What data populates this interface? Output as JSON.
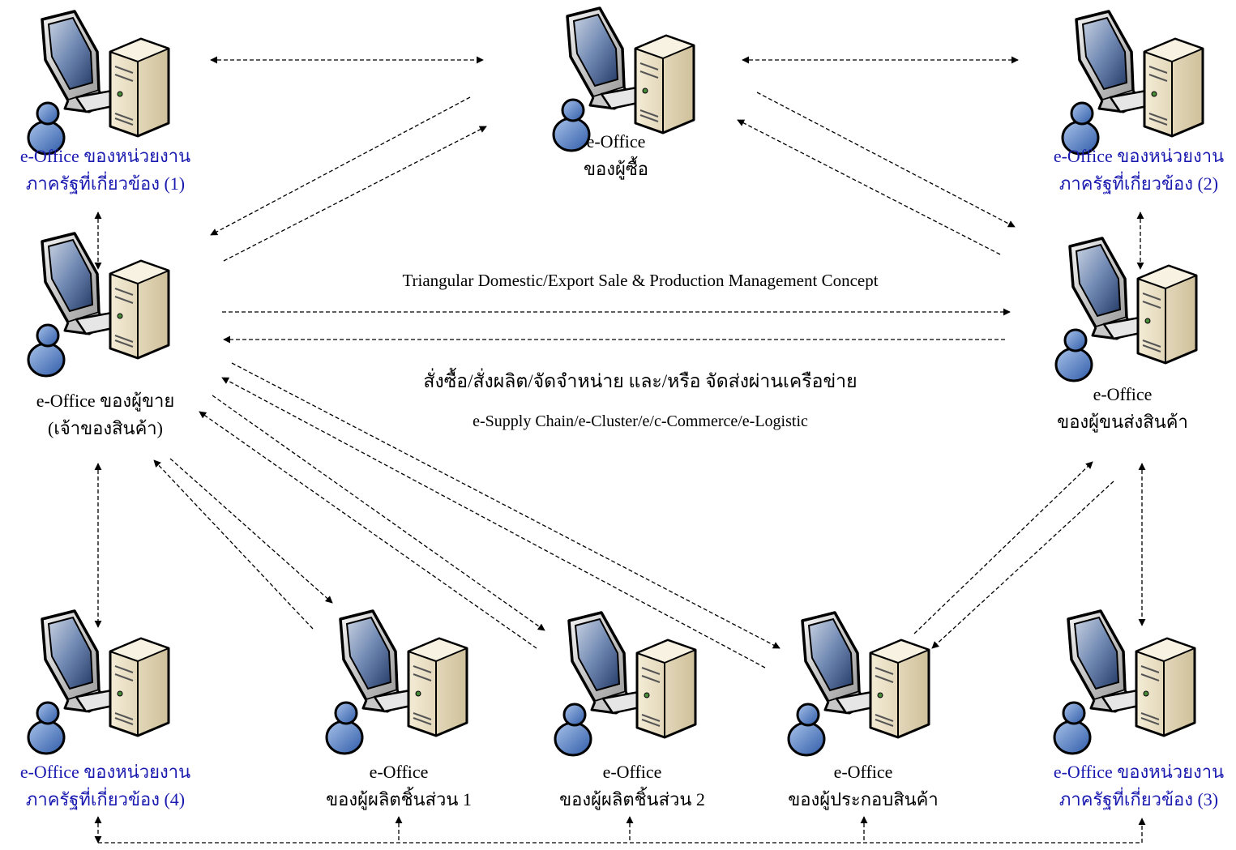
{
  "concept_title": "Triangular Domestic/Export Sale & Production Management Concept",
  "network_caption_thai": "สั่งซื้อ/สั่งผลิต/จัดจำหน่าย และ/หรือ จัดส่งผ่านเครือข่าย",
  "network_caption_en": "e-Supply Chain/e-Cluster/e/c-Commerce/e-Logistic",
  "colors": {
    "gov_label": "#1a1ab0",
    "text": "#000000",
    "arrow": "#000000"
  },
  "nodes": [
    {
      "id": "gov1",
      "icon": "workstation-user-icon",
      "line1": "e-Office ของหน่วยงาน",
      "line2": "ภาครัฐที่เกี่ยวข้อง (1)"
    },
    {
      "id": "buyer",
      "icon": "workstation-user-icon",
      "line1": "e-Office",
      "line2": "ของผู้ซื้อ"
    },
    {
      "id": "gov2",
      "icon": "workstation-user-icon",
      "line1": "e-Office ของหน่วยงาน",
      "line2": "ภาครัฐที่เกี่ยวข้อง (2)"
    },
    {
      "id": "seller",
      "icon": "workstation-user-icon",
      "line1": "e-Office ของผู้ขาย",
      "line2": "(เจ้าของสินค้า)"
    },
    {
      "id": "logistics",
      "icon": "workstation-user-icon",
      "line1": "e-Office",
      "line2": "ของผู้ขนส่งสินค้า"
    },
    {
      "id": "gov4",
      "icon": "workstation-user-icon",
      "line1": "e-Office ของหน่วยงาน",
      "line2": "ภาครัฐที่เกี่ยวข้อง (4)"
    },
    {
      "id": "parts1",
      "icon": "workstation-user-icon",
      "line1": "e-Office",
      "line2": "ของผู้ผลิตชิ้นส่วน 1"
    },
    {
      "id": "parts2",
      "icon": "workstation-user-icon",
      "line1": "e-Office",
      "line2": "ของผู้ผลิตชิ้นส่วน 2"
    },
    {
      "id": "assembler",
      "icon": "workstation-user-icon",
      "line1": "e-Office",
      "line2": "ของผู้ประกอบสินค้า"
    },
    {
      "id": "gov3",
      "icon": "workstation-user-icon",
      "line1": "e-Office ของหน่วยงาน",
      "line2": "ภาครัฐที่เกี่ยวข้อง (3)"
    }
  ]
}
